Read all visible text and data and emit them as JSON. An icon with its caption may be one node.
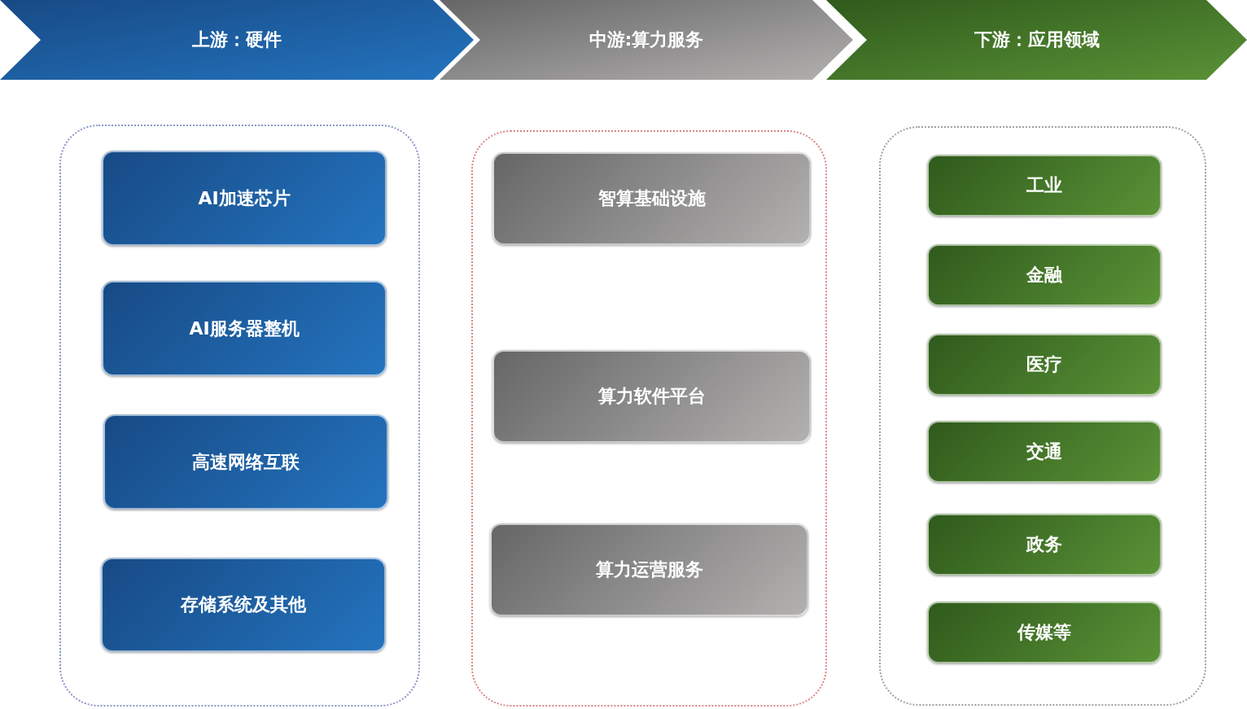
{
  "diagram": {
    "nodes": [
      {
        "text": [
          "上游：硬件"
        ]
      },
      {
        "text": [
          "中游:算力服务"
        ]
      },
      {
        "text": [
          "下游：应用领域"
        ]
      },
      {
        "text": [],
        "shape": "box"
      },
      {
        "text": [
          "AI加速芯片"
        ],
        "in": 3
      },
      {
        "text": [
          "AI服务器整机"
        ],
        "in": 3
      },
      {
        "text": [
          "高速网络互联"
        ],
        "in": 3
      },
      {
        "text": [
          "存储系统及其他"
        ],
        "in": 3
      },
      {
        "text": [],
        "shape": "box"
      },
      {
        "text": [
          "智算基础设施"
        ],
        "in": 8
      },
      {
        "text": [
          "算力软件平台"
        ],
        "in": 8
      },
      {
        "text": [
          "算力运营服务"
        ],
        "in": 8
      },
      {
        "text": [],
        "shape": "box"
      },
      {
        "text": [
          "工业"
        ],
        "in": 12
      },
      {
        "text": [
          "金融"
        ],
        "in": 12
      },
      {
        "text": [
          "医疗"
        ],
        "in": 12
      },
      {
        "text": [
          "交通"
        ],
        "in": 12
      },
      {
        "text": [
          "政务"
        ],
        "in": 12
      },
      {
        "text": [
          "传媒等"
        ],
        "in": 12
      }
    ]
  }
}
